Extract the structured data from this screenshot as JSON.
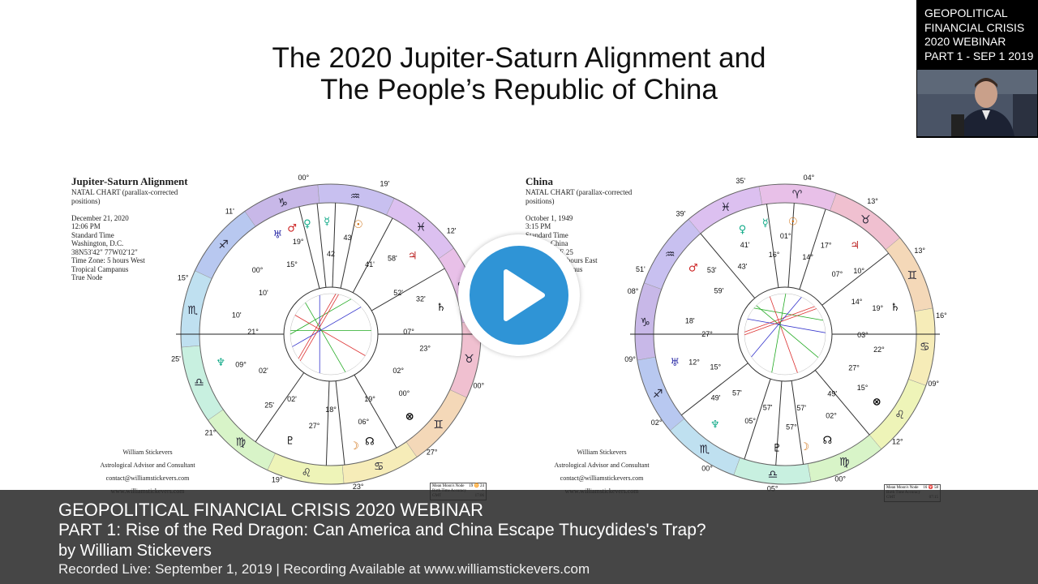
{
  "slide": {
    "title_line1": "The 2020 Jupiter-Saturn Alignment and",
    "title_line2": "The People’s Republic of China"
  },
  "chart_left": {
    "title": "Jupiter-Saturn Alignment",
    "lines": [
      "NATAL CHART (parallax-corrected",
      "positions)",
      "",
      "December 21, 2020",
      "12:06 PM",
      "Standard Time",
      "Washington, D.C.",
      "38N53'42\"  77W02'12\"",
      "Time Zone: 5 hours West",
      "Tropical Campanus",
      "True Node"
    ],
    "credit": [
      "William Stickevers",
      "Astrological Advisor and Consultant",
      "contact@williamstickevers.com",
      "www.williamstickevers.com"
    ],
    "cusps": [
      "00°",
      "19°",
      "15°",
      "11'",
      "00°",
      "10'",
      "15°",
      "10'",
      "21°",
      "25'",
      "09°",
      "02'",
      "21°",
      "25'",
      "02'",
      "19°",
      "27°",
      "18°",
      "23°",
      "06°",
      "19°",
      "27°",
      "00°",
      "02°",
      "00°",
      "23°",
      "07°",
      "19°",
      "32'",
      "52'",
      "12'",
      "58'",
      "41'",
      "19'",
      "43",
      "42"
    ],
    "node_box": [
      [
        "Mean Moon's Node",
        "19 ♊ 24"
      ],
      [
        "Birth Time Accuracy",
        "+"
      ],
      [
        "GMT",
        "17:06"
      ]
    ]
  },
  "chart_right": {
    "title": "China",
    "lines": [
      "NATAL CHART (parallax-corrected",
      "positions)",
      "",
      "October 1, 1949",
      "3:15 PM",
      "Standard Time",
      "Beijing, China",
      "39N55   116 E 25",
      "Time Zone: 8 hours East",
      "Tropical Campanus",
      "True Node"
    ],
    "credit": [
      "William Stickevers",
      "Astrological Advisor and Consultant",
      "contact@williamstickevers.com",
      "www.williamstickevers.com"
    ],
    "cusps": [
      "08°",
      "18'",
      "27°",
      "09°",
      "12°",
      "15°",
      "02°",
      "49'",
      "57'",
      "00°",
      "05°",
      "57'",
      "05°",
      "57°",
      "57'",
      "00°",
      "02°",
      "49'",
      "12°",
      "15°",
      "27°",
      "09°",
      "22°",
      "03°",
      "16°",
      "19°",
      "14°",
      "13°",
      "10°",
      "07°",
      "13°",
      "17°",
      "14°",
      "04°",
      "01°",
      "16°",
      "35'",
      "41'",
      "43'",
      "39'",
      "53'",
      "59'",
      "51'"
    ],
    "node_box": [
      [
        "Mean Moon's Node",
        "16 ♈ 58"
      ],
      [
        "Birth Time Accuracy",
        ""
      ],
      [
        "GMT",
        "07:15"
      ]
    ]
  },
  "thumbnail": {
    "lines": [
      "GEOPOLITICAL",
      "FINANCIAL CRISIS",
      "2020 WEBINAR",
      "PART 1 - SEP 1 2019"
    ]
  },
  "caption": {
    "line1": "GEOPOLITICAL FINANCIAL CRISIS 2020 WEBINAR",
    "line2": "PART 1: Rise of the Red Dragon: Can America and China Escape Thucydides's Trap?",
    "line3": "by William Stickevers",
    "line4": "Recorded Live: September 1, 2019   |    Recording Available at www.williamstickevers.com"
  },
  "play_button": {
    "icon": "play-icon",
    "color": "#2f94d6"
  }
}
